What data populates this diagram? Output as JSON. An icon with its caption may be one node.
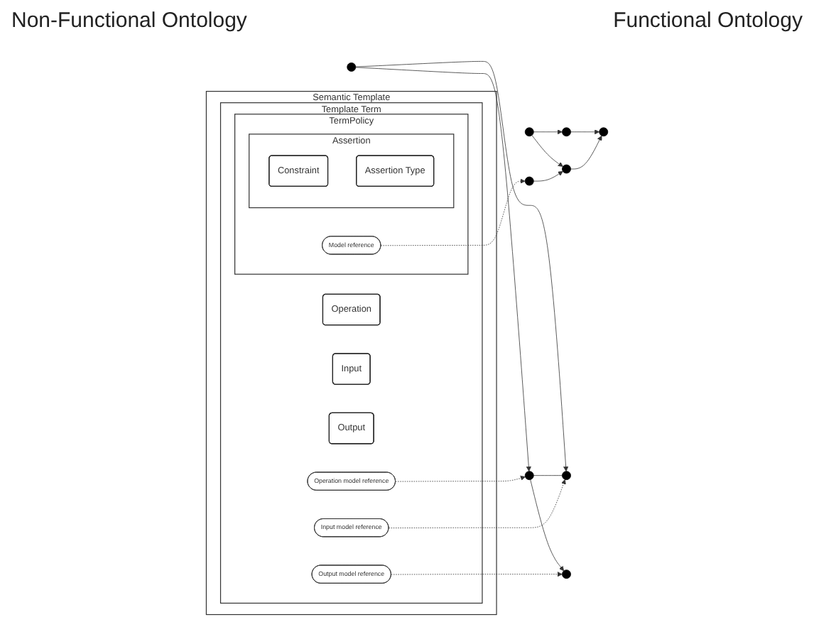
{
  "diagram": {
    "nodes": [
      {
        "text": [],
        "shape": "circle"
      },
      {
        "text": [],
        "shape": "circle"
      },
      {
        "text": [],
        "shape": "circle"
      },
      {
        "text": [],
        "shape": "circle"
      },
      {
        "text": [],
        "shape": "circle"
      },
      {
        "text": [
          "Semantic Template"
        ]
      },
      {
        "text": [
          "Template Term"
        ],
        "in": 5
      },
      {
        "text": [
          "Operation"
        ],
        "in": 6
      },
      {
        "text": [
          "Operation model reference"
        ],
        "in": 6
      },
      {
        "text": [
          "Input"
        ],
        "in": 6
      },
      {
        "text": [
          "Input model reference"
        ],
        "in": 6
      },
      {
        "text": [
          "Output"
        ],
        "in": 6
      },
      {
        "text": [
          "Output model reference"
        ],
        "in": 6
      },
      {
        "text": [
          "TermPolicy"
        ],
        "in": 6
      },
      {
        "text": [
          "Assertion"
        ],
        "in": 13
      },
      {
        "text": [
          "Model reference"
        ],
        "in": 13
      },
      {
        "text": [
          "Constraint"
        ],
        "in": 14
      },
      {
        "text": [
          "Assertion Type"
        ],
        "in": 14
      },
      {
        "text": [],
        "shape": "circle"
      },
      {
        "text": [],
        "shape": "circle"
      },
      {
        "text": [],
        "shape": "circle"
      },
      {
        "text": [],
        "shape": "circle"
      }
    ],
    "edges": [
      {
        "from": 0,
        "to": 1,
        "arrow": "to"
      },
      {
        "from": 0,
        "to": 2,
        "arrow": "to"
      },
      {
        "from": 1,
        "to": 3,
        "arrow": "to"
      },
      {
        "from": 2,
        "to": 3,
        "arrow": "to"
      },
      {
        "from": 4,
        "to": 2,
        "arrow": "to"
      },
      {
        "from": 18,
        "to": 19,
        "arrow": "to"
      },
      {
        "from": 18,
        "to": 20,
        "arrow": "to"
      },
      {
        "from": 20,
        "to": 19,
        "arrow": "none"
      },
      {
        "from": 20,
        "to": 21,
        "arrow": "to"
      },
      {
        "from": 8,
        "to": 20,
        "arrow": "to",
        "style": "dashed"
      },
      {
        "from": 10,
        "to": 19,
        "arrow": "to",
        "style": "dashed"
      },
      {
        "from": 12,
        "to": 21,
        "arrow": "to",
        "style": "dashed"
      },
      {
        "from": 15,
        "to": 4,
        "arrow": "to",
        "style": "dashed"
      }
    ],
    "labels": [
      "Non-Functional Ontology",
      "Functional Ontology"
    ]
  }
}
